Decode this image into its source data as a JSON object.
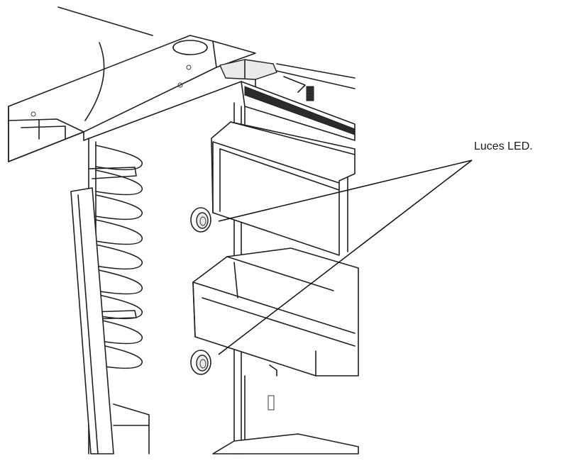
{
  "figure": {
    "callout_label": "Luces LED.",
    "led_lights": [
      {
        "name": "upper-led"
      },
      {
        "name": "lower-led"
      }
    ]
  }
}
